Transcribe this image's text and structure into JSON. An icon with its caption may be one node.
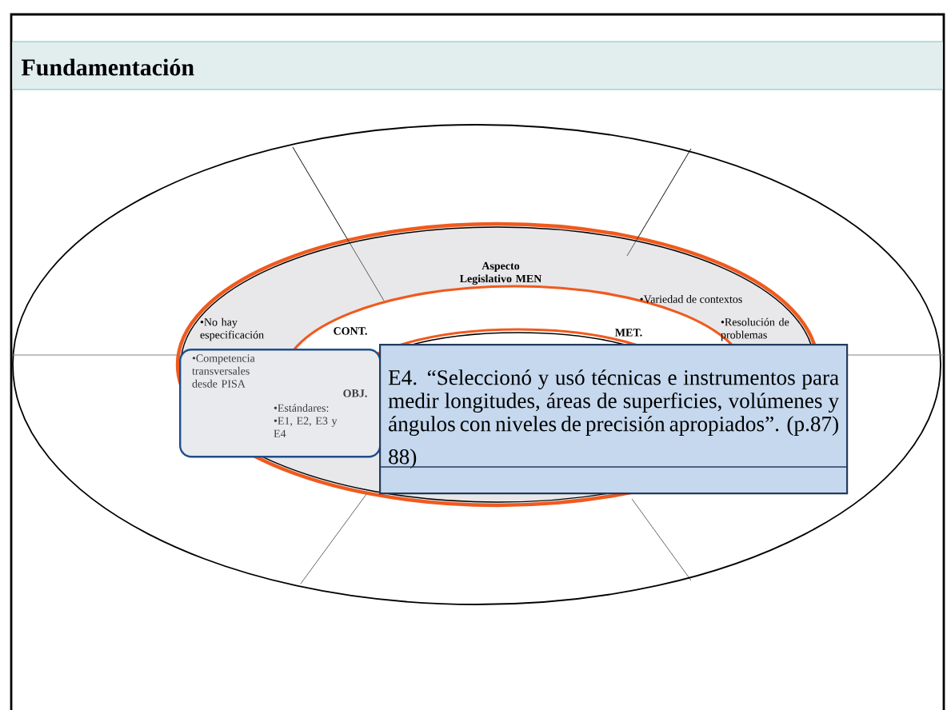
{
  "diagram": {
    "title": "Fundamentación",
    "nodes": [
      {
        "text": [
          "E4. “Seleccionó y usó técnicas e instrumentos para medir longitudes, áreas de superficies, volúmenes y ángulos con niveles de precisión apropiados”. (p.87)",
          "88)"
        ]
      },
      {
        "text": [
          "•Competencia transversales desde PISA",
          "OBJ.",
          "•Estándares: •E1, E2, E3 y E4"
        ]
      }
    ],
    "labels": [
      "Aspecto Legislativo MEN",
      "•No hay especificación",
      "CONT.",
      "•Variedad de contextos",
      "MET.",
      "•Resolución de problemas"
    ]
  }
}
